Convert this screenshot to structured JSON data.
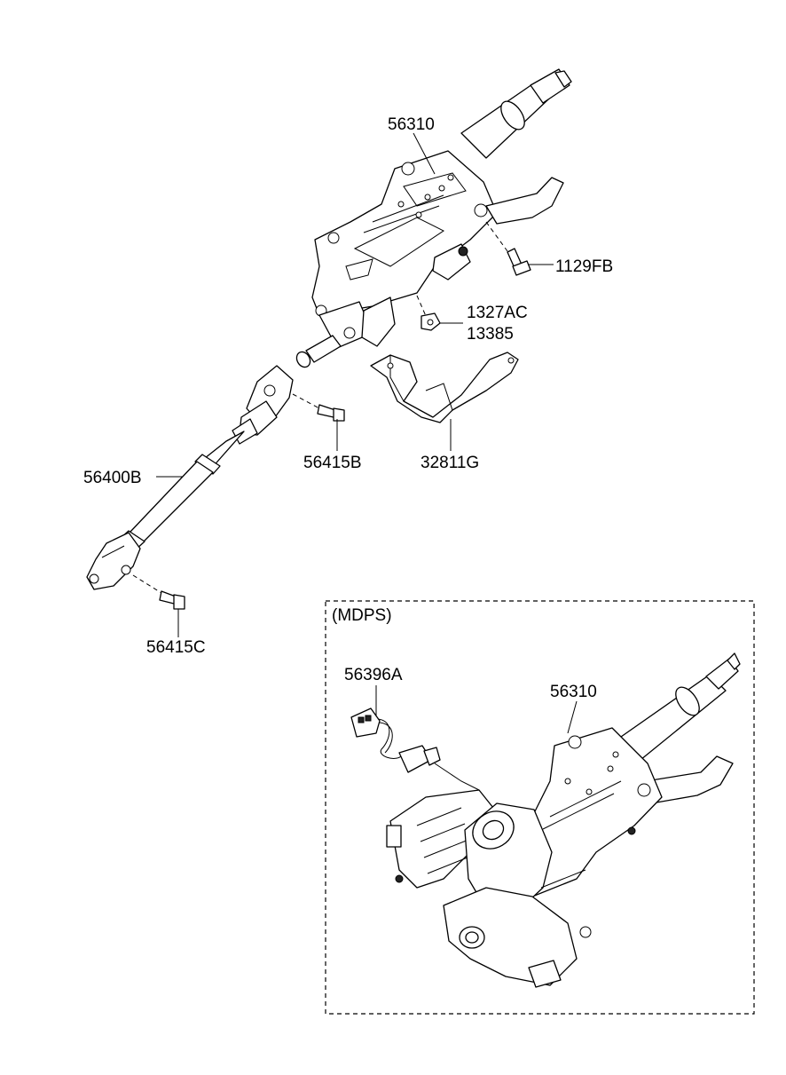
{
  "labels": {
    "column_upper": "56310",
    "bolt_1129": "1129FB",
    "nut_a": "1327AC",
    "nut_b": "13385",
    "bolt_b": "56415B",
    "bracket": "32811G",
    "shaft": "56400B",
    "bolt_c": "56415C",
    "mdps_title": "(MDPS)",
    "harness": "56396A",
    "column_mdps": "56310"
  }
}
